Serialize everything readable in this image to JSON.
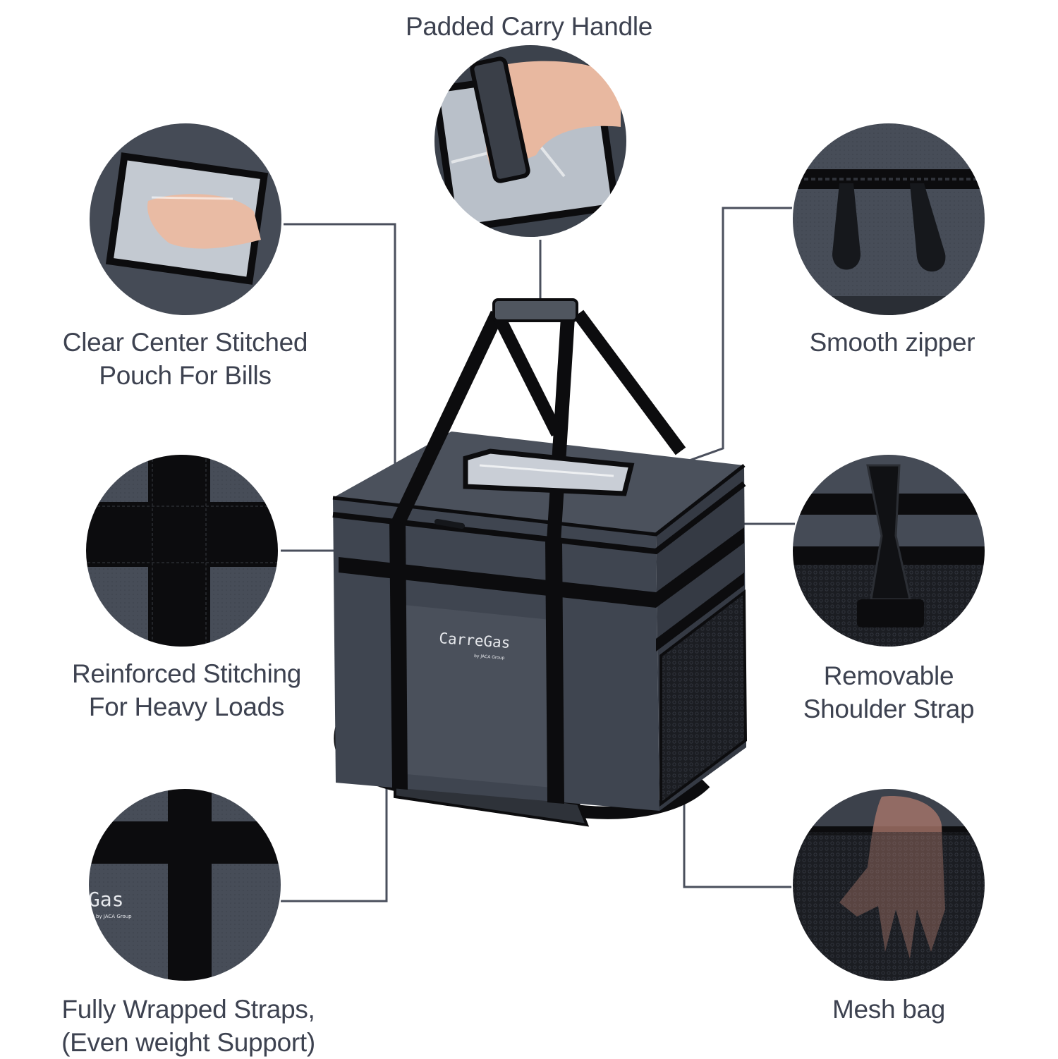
{
  "callouts": {
    "top": {
      "line1": "Padded Carry Handle"
    },
    "left_upper": {
      "line1": "Clear Center Stitched",
      "line2": "Pouch For Bills"
    },
    "left_middle": {
      "line1": "Reinforced Stitching",
      "line2": "For Heavy Loads"
    },
    "left_lower": {
      "line1": "Fully Wrapped Straps,",
      "line2": "(Even weight Support)"
    },
    "right_upper": {
      "line1": "Smooth zipper"
    },
    "right_middle": {
      "line1": "Removable",
      "line2": "Shoulder Strap"
    },
    "right_lower": {
      "line1": "Mesh bag"
    }
  },
  "product": {
    "brand": "CarreGas",
    "sub_brand": "by JACA Group",
    "zoom_brand": "eGas",
    "zoom_sub_brand": "by JACA Group"
  },
  "colors": {
    "label_text": "#3d4250",
    "leader_line": "#4a4f5c",
    "bag_body": "#3f4550",
    "bag_panel": "#4a505b",
    "strap": "#0c0c0e",
    "skin": "#e8b8a0"
  }
}
